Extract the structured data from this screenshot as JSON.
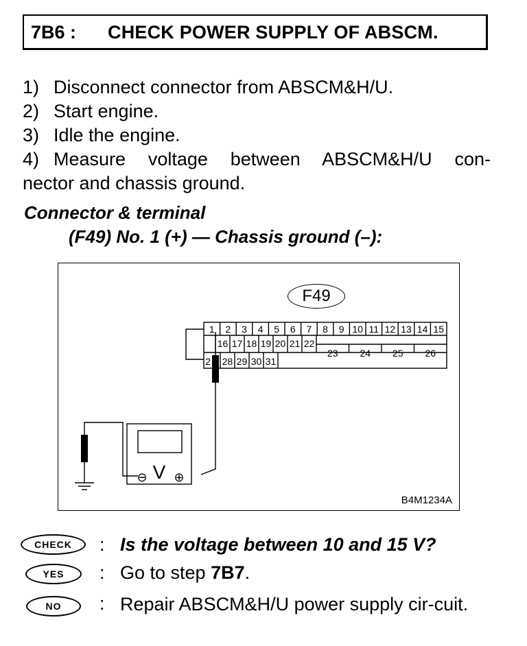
{
  "header": {
    "step": "7B6 :",
    "title": "CHECK POWER SUPPLY OF ABSCM."
  },
  "steps": [
    {
      "num": "1)",
      "text": "Disconnect connector from ABSCM&H/U."
    },
    {
      "num": "2)",
      "text": "Start engine."
    },
    {
      "num": "3)",
      "text": "Idle the engine."
    },
    {
      "num": "4)",
      "text": "Measure voltage between ABSCM&H/U con-",
      "cont": "nector and chassis ground."
    }
  ],
  "connector_terminal": {
    "title": "Connector & terminal",
    "spec": "(F49) No. 1 (+) — Chassis ground (–):"
  },
  "figure": {
    "connector_id": "F49",
    "figure_id": "B4M1234A",
    "row1_pins": [
      "1",
      "2",
      "3",
      "4",
      "5",
      "6",
      "7",
      "8",
      "9",
      "10",
      "11",
      "12",
      "13",
      "14",
      "15"
    ],
    "row2_pins": [
      "16",
      "17",
      "18",
      "19",
      "20",
      "21",
      "22"
    ],
    "row2_big_pins": [
      "23",
      "24",
      "25",
      "26"
    ],
    "row3_pins": [
      "28",
      "29",
      "30",
      "31"
    ],
    "row3_first": "2",
    "meter_symbol": "V",
    "meter_neg": "⊖",
    "meter_pos": "⊕"
  },
  "decision": {
    "check_label": "CHECK",
    "check_question": "Is the voltage between 10 and 15 V?",
    "yes_label": "YES",
    "yes_prefix": "Go to step ",
    "yes_step": "7B7",
    "yes_suffix": ".",
    "no_label": "NO",
    "no_answer": "Repair ABSCM&H/U power supply cir-cuit."
  },
  "colon": ":"
}
